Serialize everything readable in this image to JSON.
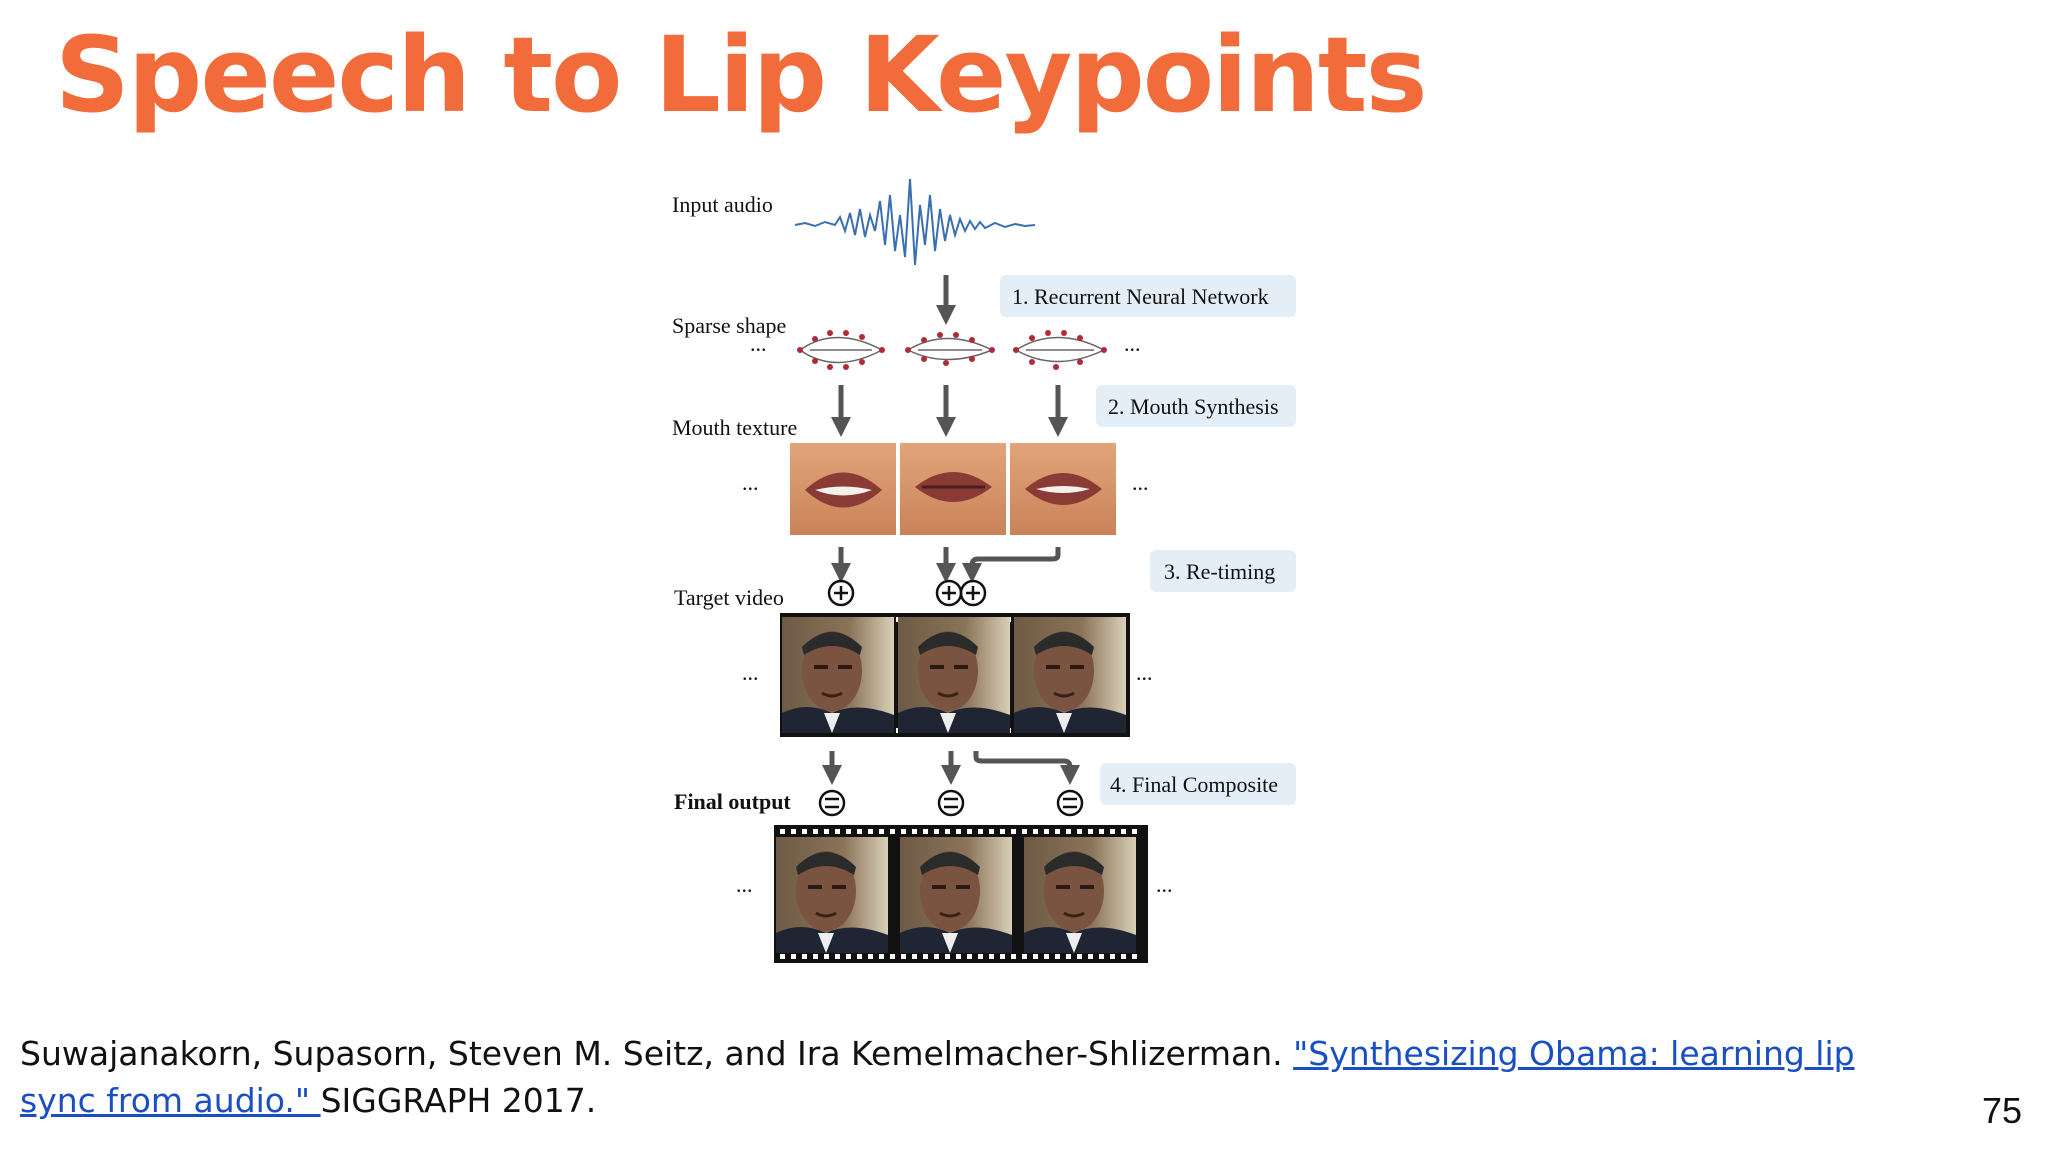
{
  "slide": {
    "title": "Speech to Lip Keypoints",
    "page_number": "75"
  },
  "figure": {
    "row_labels": {
      "input_audio": "Input audio",
      "sparse_shape": "Sparse shape",
      "mouth_texture": "Mouth texture",
      "target_video": "Target video",
      "final_output": "Final output"
    },
    "steps": [
      "1. Recurrent Neural Network",
      "2. Mouth Synthesis",
      "3. Re-timing",
      "4. Final Composite"
    ],
    "ellipsis": "...",
    "colors": {
      "waveform": "#3a6fb0",
      "landmark_dots": "#b02a3a",
      "arrow": "#555555",
      "step_box": "#e3eef6"
    }
  },
  "citation": {
    "authors": "Suwajanakorn, Supasorn, Steven M. Seitz, and Ira Kemelmacher-Shlizerman. ",
    "link_text": "\"Synthesizing Obama: learning lip sync from audio.\" ",
    "venue": "SIGGRAPH 2017."
  }
}
